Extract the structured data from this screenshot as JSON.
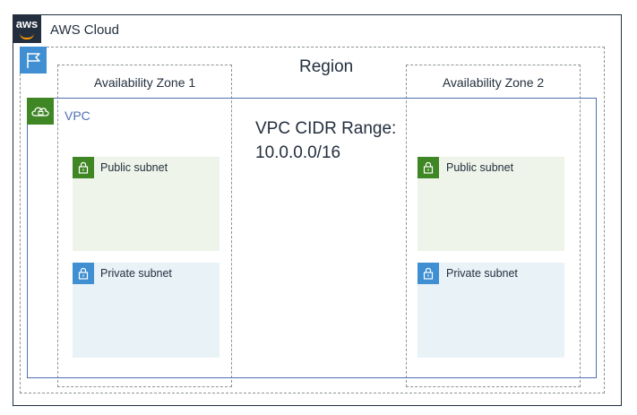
{
  "cloud": {
    "label": "AWS Cloud",
    "logo_text": "aws"
  },
  "region": {
    "label": "Region"
  },
  "availability_zones": [
    {
      "label": "Availability Zone 1"
    },
    {
      "label": "Availability Zone 2"
    }
  ],
  "vpc": {
    "label": "VPC",
    "cidr_title": "VPC CIDR Range:",
    "cidr_value": "10.0.0.0/16"
  },
  "subnets": {
    "public_label": "Public subnet",
    "private_label": "Private subnet"
  },
  "colors": {
    "cloud_border": "#232f3e",
    "aws_orange": "#ff9900",
    "region_icon": "#3f8fd2",
    "vpc_border": "#4e6fb5",
    "vpc_icon": "#3f8624",
    "public_fill": "#eef4e9",
    "private_fill": "#e8f2f7",
    "dashed_border": "#8c9494"
  },
  "icons": [
    "aws-logo",
    "flag-icon",
    "cloud-lock-icon",
    "lock-icon"
  ]
}
